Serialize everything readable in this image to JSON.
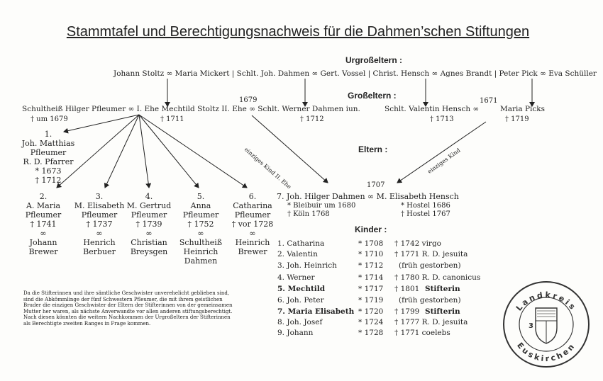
{
  "title": "Stammtafel und Berechtigungsnachweis für die Dahmen’schen Stiftungen",
  "headers": {
    "urgross": "Urgroßeltern :",
    "gross": "Großeltern :",
    "eltern": "Eltern :",
    "kinder": "Kinder :"
  },
  "urgross_line": "Johann Stoltz ∞ Maria Mickert | Schlt. Joh. Dahmen ∞ Gert. Vossel | Christ. Hensch ∞ Agnes Brandt | Peter Pick ∞ Eva Schüller",
  "gross": {
    "year1679": "1679",
    "year1671": "1671",
    "line": "Schultheiß Hilger Pfleumer ∞ I. Ehe Mechtild Stoltz II. Ehe ∞ Schlt. Werner Dahmen iun.",
    "valentin": "Schlt. Valentin Hensch ∞",
    "maria": "Maria Picks",
    "hilger_dates": "† um 1679",
    "mechtild_dates": "† 1711",
    "werner_dates": "† 1712",
    "valentin_dates": "† 1713",
    "maria_dates": "† 1719"
  },
  "labels": {
    "kind2": "einziges Kind II. Ehe",
    "kind1": "einziges Kind"
  },
  "siblings": [
    {
      "lines": [
        "1.",
        "Joh. Matthias",
        "Pfleumer",
        "R. D. Pfarrer",
        "* 1673",
        "† 1712"
      ]
    },
    {
      "lines": [
        "2.",
        "A. Maria",
        "Pfleumer",
        "† 1741",
        "∞",
        "Johann",
        "Brewer"
      ]
    },
    {
      "lines": [
        "3.",
        "M. Elisabeth",
        "Pfleumer",
        "† 1737",
        "∞",
        "Henrich",
        "Berbuer"
      ]
    },
    {
      "lines": [
        "4.",
        "M. Gertrud",
        "Pfleumer",
        "† 1739",
        "∞",
        "Christian",
        "Breysgen"
      ]
    },
    {
      "lines": [
        "5.",
        "Anna",
        "Pfleumer",
        "† 1752",
        "∞",
        "Schultheiß",
        "Heinrich",
        "Dahmen"
      ]
    },
    {
      "lines": [
        "6.",
        "Catharina",
        "Pfleumer",
        "† vor 1728",
        "∞",
        "Heinrich",
        "Brewer"
      ]
    }
  ],
  "eltern": {
    "year": "1707",
    "line": "7. Joh. Hilger Dahmen ∞ M. Elisabeth Hensch",
    "left1": "* Bleibuir um 1680",
    "left2": "† Köln 1768",
    "right1": "* Hostel 1686",
    "right2": "† Hostel 1767"
  },
  "kinder": [
    {
      "name": "1. Catharina",
      "born": "* 1708",
      "died": "† 1742 virgo",
      "bold": false
    },
    {
      "name": "2. Valentin",
      "born": "* 1710",
      "died": "† 1771 R. D. jesuita",
      "bold": false
    },
    {
      "name": "3. Joh. Heinrich",
      "born": "* 1712",
      "died": "(früh gestorben)",
      "bold": false
    },
    {
      "name": "4. Werner",
      "born": "* 1714",
      "died": "† 1780 R. D. canonicus",
      "bold": false
    },
    {
      "name": "5. Mechtild",
      "born": "* 1717",
      "died": "† 1801",
      "extra": "Stifterin",
      "bold": true
    },
    {
      "name": "6. Joh. Peter",
      "born": "* 1719",
      "died": "(früh gestorben)",
      "bold": false
    },
    {
      "name": "7. Maria Elisabeth",
      "born": "* 1720",
      "died": "† 1799",
      "extra": "Stifterin",
      "bold": true
    },
    {
      "name": "8. Joh. Josef",
      "born": "* 1724",
      "died": "† 1777 R. D. jesuita",
      "bold": false
    },
    {
      "name": "9. Johann",
      "born": "* 1728",
      "died": "† 1771 coelebs",
      "bold": false
    }
  ],
  "note": "Da die Stifterinnen und ihre sämtliche Geschwister unverehelicht geblieben sind, sind die Abkömmlinge der fünf Schwestern Pfleumer, die mit ihrem geistlichen Bruder die einzigen Geschwister der Eltern der Stifterinnen von der gemeinsamen Mutter her waren, als nächste Anverwandte vor allen anderen stiftungsberechtigt. Nach diesen könnten die weitern Nachkommen der Urgroßeltern der Stifterinnen als Berechtigte zweiten Ranges in Frage kommen.",
  "seal": {
    "text_top": "Landkreis",
    "text_bottom": "Euskirchen",
    "number": "3"
  }
}
